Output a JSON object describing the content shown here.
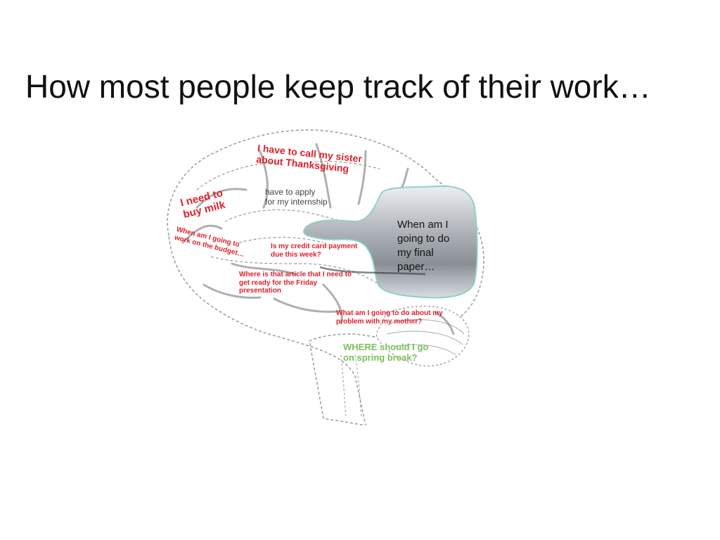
{
  "slide": {
    "title": "How most people keep track of their work…"
  },
  "brain": {
    "notes": {
      "sister": "I have to call my sister\nabout Thanksgiving",
      "internship": "have to apply\nfor my internship",
      "milk": "I need to\nbuy milk",
      "budget": "When am I going to\nwork on the budget…",
      "credit_card": "Is my credit card payment\ndue this week?",
      "article": "Where is that article that I need to\nget ready for the Friday\npresentation",
      "mother": "What am I going to do about my\nproblem with my mother?",
      "spring_break": "WHERE should I go\non spring break?",
      "final_paper": "When am I\ngoing to do\nmy final\npaper…"
    }
  },
  "colors": {
    "red": "#e0202a",
    "dark_gray": "#444444",
    "green": "#7cbf5a",
    "outline": "#999999",
    "fold": "#9a9a9a",
    "paper_gradient_top": "#e9ecef",
    "paper_gradient_mid": "#9ea3aa",
    "highlight_outline": "#8fd1c8"
  }
}
